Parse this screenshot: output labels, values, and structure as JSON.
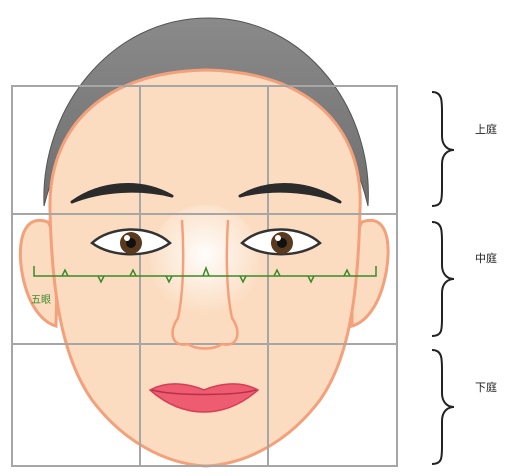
{
  "labels": {
    "upper_court": "上庭",
    "middle_court": "中庭",
    "lower_court": "下庭",
    "five_eyes": "五眼"
  },
  "colors": {
    "skin": "#fbdcc0",
    "outline": "#f4a07a",
    "hair": "#7f7f7f",
    "grid": "#a6a6a6",
    "five_eyes_line": "#3a8a2a",
    "brow": "#2b2b2b",
    "iris": "#5a3a1e",
    "lips": "#ee5c72",
    "highlight": "#ffffff"
  },
  "diagram": {
    "description_type": "face proportion diagram (three courts, five eyes)",
    "grid_columns": 3,
    "grid_rows": 3
  }
}
